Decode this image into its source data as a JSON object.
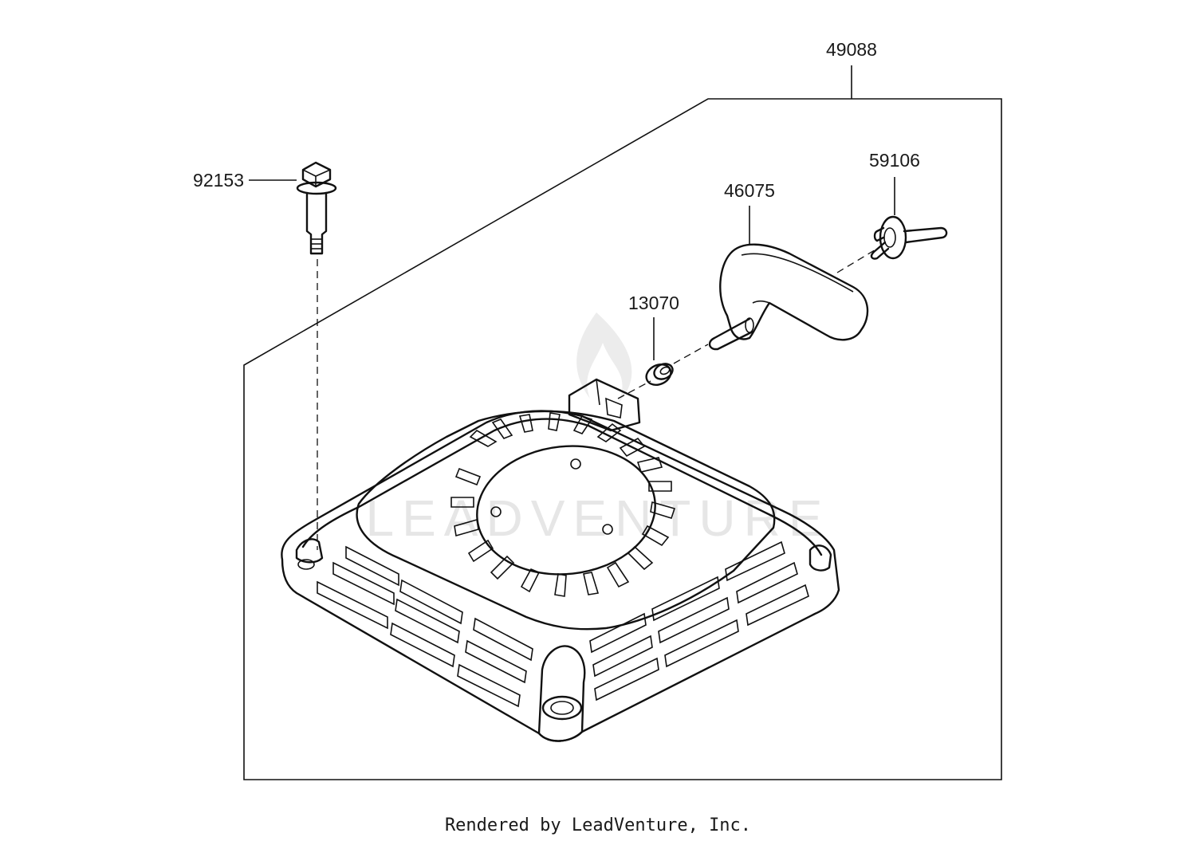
{
  "diagram": {
    "parts": [
      {
        "id": "part-49088",
        "number": "49088"
      },
      {
        "id": "part-92153",
        "number": "92153"
      },
      {
        "id": "part-59106",
        "number": "59106"
      },
      {
        "id": "part-46075",
        "number": "46075"
      },
      {
        "id": "part-13070",
        "number": "13070"
      }
    ],
    "watermark": "LEADVENTURE"
  },
  "footer": {
    "credit": "Rendered by LeadVenture, Inc."
  },
  "colors": {
    "line": "#111111",
    "background": "#ffffff",
    "watermark": "#e6e6e6"
  }
}
